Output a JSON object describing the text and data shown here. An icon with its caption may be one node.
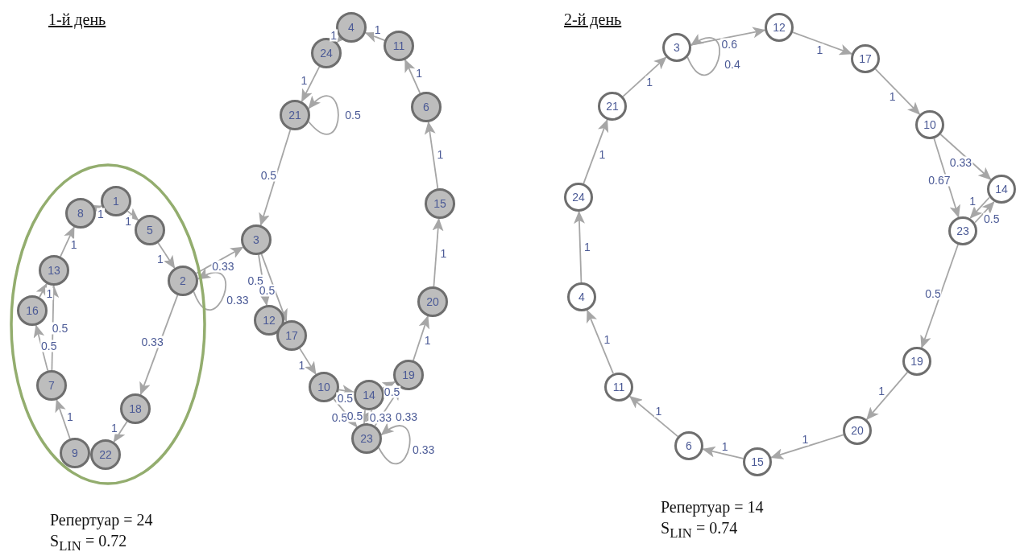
{
  "diagram": {
    "nodes": [
      {
        "text": [],
        "shape": "ellipse"
      },
      {
        "text": [
          "8"
        ],
        "in": 0
      },
      {
        "text": [
          "1"
        ],
        "in": 0
      },
      {
        "text": [
          "5"
        ],
        "in": 0
      },
      {
        "text": [
          "13"
        ],
        "in": 0
      },
      {
        "text": [
          "2"
        ],
        "in": 0
      },
      {
        "text": [
          "16"
        ],
        "in": 0
      },
      {
        "text": [
          "7"
        ],
        "in": 0
      },
      {
        "text": [
          "18"
        ],
        "in": 0
      },
      {
        "text": [
          "9"
        ],
        "in": 0
      },
      {
        "text": [
          "22"
        ],
        "in": 0
      },
      {
        "text": [
          "4"
        ]
      },
      {
        "text": [
          "24"
        ]
      },
      {
        "text": [
          "11"
        ]
      },
      {
        "text": [
          "21"
        ]
      },
      {
        "text": [
          "6"
        ]
      },
      {
        "text": [
          "15"
        ]
      },
      {
        "text": [
          "3"
        ]
      },
      {
        "text": [
          "20"
        ]
      },
      {
        "text": [
          "12"
        ]
      },
      {
        "text": [
          "17"
        ]
      },
      {
        "text": [
          "10"
        ]
      },
      {
        "text": [
          "19"
        ]
      },
      {
        "text": [
          "14"
        ]
      },
      {
        "text": [
          "23"
        ]
      },
      {
        "text": [
          "12"
        ]
      },
      {
        "text": [
          "3"
        ]
      },
      {
        "text": [
          "17"
        ]
      },
      {
        "text": [
          "21"
        ]
      },
      {
        "text": [
          "10"
        ]
      },
      {
        "text": [
          "24"
        ]
      },
      {
        "text": [
          "14"
        ]
      },
      {
        "text": [
          "23"
        ]
      },
      {
        "text": [
          "4"
        ]
      },
      {
        "text": [
          "19"
        ]
      },
      {
        "text": [
          "11"
        ]
      },
      {
        "text": [
          "20"
        ]
      },
      {
        "text": [
          "6"
        ]
      },
      {
        "text": [
          "15"
        ]
      }
    ],
    "edges": [
      {
        "from": 2,
        "to": 3,
        "arrow": "to",
        "label": "1"
      },
      {
        "from": 3,
        "to": 5,
        "arrow": "to",
        "label": "1"
      },
      {
        "from": 5,
        "to": 17,
        "arrow": "to",
        "label": "0.33"
      },
      {
        "from": 5,
        "to": 5,
        "arrow": "to",
        "label": "0.33"
      },
      {
        "from": 5,
        "to": 8,
        "arrow": "to",
        "label": "0.33"
      },
      {
        "from": 8,
        "to": 10,
        "arrow": "to",
        "label": "1"
      },
      {
        "from": 9,
        "to": 7,
        "arrow": "to",
        "label": "1"
      },
      {
        "from": 7,
        "to": 6,
        "arrow": "to",
        "label": "0.5"
      },
      {
        "from": 7,
        "to": 4,
        "arrow": "to",
        "label": "0.5"
      },
      {
        "from": 6,
        "to": 4,
        "arrow": "to",
        "label": "1"
      },
      {
        "from": 4,
        "to": 1,
        "arrow": "to",
        "label": "1"
      },
      {
        "from": 1,
        "to": 2,
        "arrow": "to",
        "label": "1"
      },
      {
        "from": 13,
        "to": 11,
        "arrow": "to",
        "label": "1"
      },
      {
        "from": 11,
        "to": 12,
        "arrow": "to",
        "label": "1"
      },
      {
        "from": 12,
        "to": 14,
        "arrow": "to",
        "label": "1"
      },
      {
        "from": 14,
        "to": 14,
        "arrow": "to",
        "label": "0.5"
      },
      {
        "from": 14,
        "to": 17,
        "arrow": "to",
        "label": "0.5"
      },
      {
        "from": 15,
        "to": 13,
        "arrow": "to",
        "label": "1"
      },
      {
        "from": 16,
        "to": 15,
        "arrow": "to",
        "label": "1"
      },
      {
        "from": 18,
        "to": 16,
        "arrow": "to",
        "label": "1"
      },
      {
        "from": 17,
        "to": 19,
        "arrow": "to",
        "label": "0.5"
      },
      {
        "from": 17,
        "to": 20,
        "arrow": "to",
        "label": "0.5"
      },
      {
        "from": 20,
        "to": 21,
        "arrow": "to",
        "label": "1"
      },
      {
        "from": 21,
        "to": 23,
        "arrow": "to",
        "label": "0.5"
      },
      {
        "from": 21,
        "to": 24,
        "arrow": "to",
        "label": "0.5"
      },
      {
        "from": 23,
        "to": 22,
        "arrow": "to",
        "label": "0.5"
      },
      {
        "from": 23,
        "to": 24,
        "arrow": "to",
        "label": "0.5"
      },
      {
        "from": 24,
        "to": 23,
        "arrow": "to",
        "label": "0.33"
      },
      {
        "from": 24,
        "to": 22,
        "arrow": "to",
        "label": "0.33"
      },
      {
        "from": 24,
        "to": 24,
        "arrow": "to",
        "label": "0.33"
      },
      {
        "from": 22,
        "to": 18,
        "arrow": "to",
        "label": "1"
      },
      {
        "from": 26,
        "to": 25,
        "arrow": "to",
        "label": "0.6"
      },
      {
        "from": 26,
        "to": 26,
        "arrow": "to",
        "label": "0.4"
      },
      {
        "from": 25,
        "to": 27,
        "arrow": "to",
        "label": "1"
      },
      {
        "from": 28,
        "to": 26,
        "arrow": "to",
        "label": "1"
      },
      {
        "from": 27,
        "to": 29,
        "arrow": "to",
        "label": "1"
      },
      {
        "from": 30,
        "to": 28,
        "arrow": "to",
        "label": "1"
      },
      {
        "from": 29,
        "to": 31,
        "arrow": "to",
        "label": "0.33"
      },
      {
        "from": 29,
        "to": 32,
        "arrow": "to",
        "label": "0.67"
      },
      {
        "from": 31,
        "to": 32,
        "arrow": "to",
        "label": "1"
      },
      {
        "from": 32,
        "to": 31,
        "arrow": "to",
        "label": "0.5"
      },
      {
        "from": 33,
        "to": 30,
        "arrow": "to",
        "label": "1"
      },
      {
        "from": 32,
        "to": 34,
        "arrow": "to",
        "label": "0.5"
      },
      {
        "from": 34,
        "to": 36,
        "arrow": "to",
        "label": "1"
      },
      {
        "from": 35,
        "to": 33,
        "arrow": "to",
        "label": "1"
      },
      {
        "from": 36,
        "to": 38,
        "arrow": "to",
        "label": "1"
      },
      {
        "from": 37,
        "to": 35,
        "arrow": "to",
        "label": "1"
      },
      {
        "from": 38,
        "to": 37,
        "arrow": "to",
        "label": "1"
      }
    ],
    "labels": [
      "1-й день",
      "2-й день",
      "Репертуар = 24",
      "S$_{LIN}$ = 0.72",
      "Репертуар = 14",
      "S$_{LIN}$ = 0.74"
    ]
  }
}
